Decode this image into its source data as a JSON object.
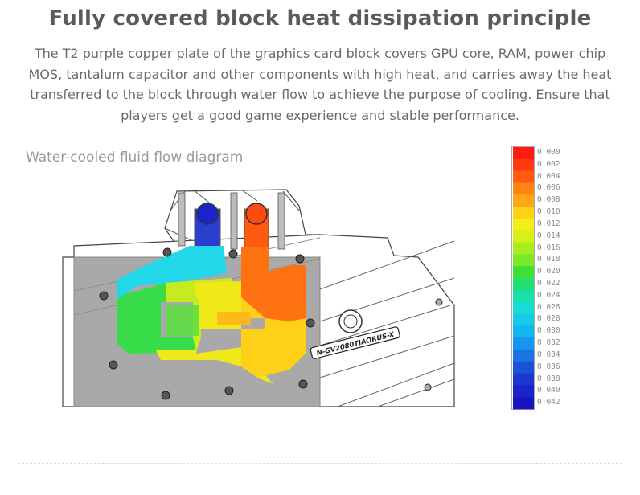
{
  "header": {
    "title": "Fully covered block heat dissipation principle",
    "description": "The T2 purple copper plate of the graphics card block covers GPU core, RAM, power chip MOS, tantalum capacitor and other components with high heat, and carries away the heat transferred to the block through water flow to achieve the purpose of cooling. Ensure that players get a good game experience and stable performance."
  },
  "diagram": {
    "subtitle": "Water-cooled fluid flow diagram",
    "block_label": "N-GV2080TIAORUS-X"
  },
  "color_scale": {
    "labels": [
      "0.000",
      "0.002",
      "0.004",
      "0.006",
      "0.008",
      "0.010",
      "0.012",
      "0.014",
      "0.016",
      "0.018",
      "0.020",
      "0.022",
      "0.024",
      "0.026",
      "0.028",
      "0.030",
      "0.032",
      "0.034",
      "0.036",
      "0.038",
      "0.040",
      "0.042"
    ],
    "colors": [
      "#ff1a12",
      "#ff3a10",
      "#ff5a10",
      "#ff8412",
      "#ffa614",
      "#ffd018",
      "#f2ee18",
      "#d6f018",
      "#a8ee1c",
      "#7ce82a",
      "#3ee038",
      "#20e070",
      "#18e0a8",
      "#16dcd4",
      "#14cce8",
      "#14b6f0",
      "#1696ee",
      "#1a74e4",
      "#1a52da",
      "#1a38d0",
      "#1a24c8",
      "#1a14c0"
    ]
  }
}
